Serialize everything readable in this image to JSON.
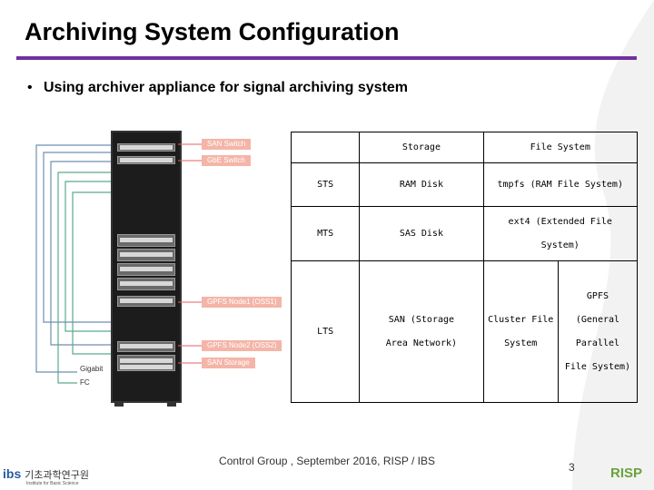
{
  "slide": {
    "title": "Archiving System Configuration",
    "bullet": "Using archiver appliance for signal archiving system",
    "bullet_marker": "•"
  },
  "diagram": {
    "callouts": [
      "SAN Switch",
      "GbE Switch",
      "GPFS Node1 (OSS1)",
      "GPFS Node2 (OSS2)",
      "SAN Storage"
    ],
    "legend": [
      "Gigabit",
      "FC"
    ],
    "colors": {
      "gigabit": "#6f8fb0",
      "fc": "#5aaa8c",
      "callout": "#f4b5a8"
    }
  },
  "table": {
    "headers": [
      "Storage",
      "File System"
    ],
    "sts": {
      "label": "STS",
      "storage": "RAM Disk",
      "fs": "tmpfs (RAM File System)"
    },
    "mts": {
      "label": "MTS",
      "storage": "SAS Disk",
      "fs": "ext4 (Extended File System)"
    },
    "lts": {
      "label": "LTS",
      "storage": "SAN (Storage Area Network)",
      "cluster": "Cluster File System",
      "fs": "GPFS (General Parallel File System)"
    }
  },
  "footer": {
    "text": "Control Group , September 2016, RISP / IBS",
    "page": "3"
  },
  "logos": {
    "left_mark": "ibs",
    "left_text": "기초과학연구원",
    "left_sub": "Institute for Basic Science",
    "right": "RISP"
  }
}
